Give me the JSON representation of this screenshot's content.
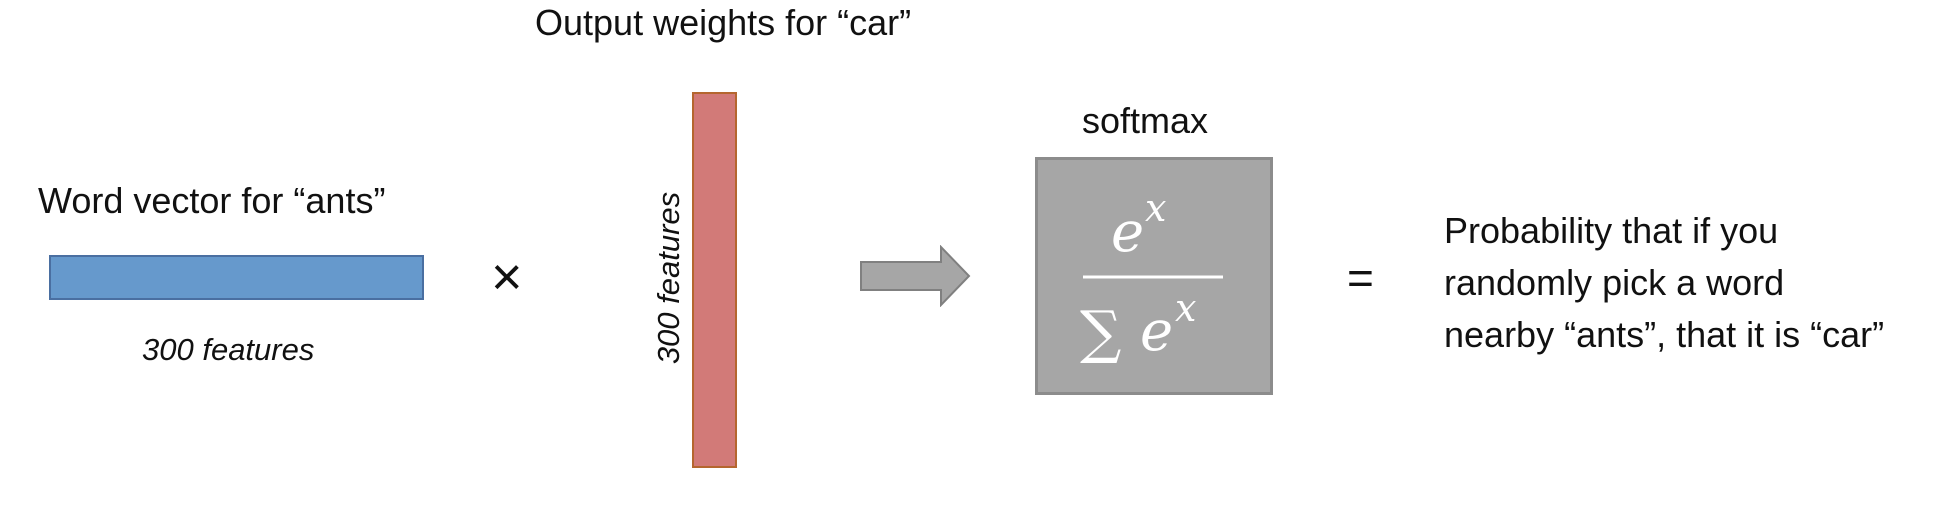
{
  "labels": {
    "output_weights_title": "Output weights for “car”",
    "word_vector_title": "Word vector for “ants”",
    "horizontal_features": "300 features",
    "vertical_features": "300 features",
    "softmax_title": "softmax",
    "multiply_symbol": "×",
    "equals_symbol": "="
  },
  "formula": {
    "numerator_base": "e",
    "numerator_exp": "x",
    "sum_symbol": "∑",
    "denominator_base": "e",
    "denominator_exp": "x"
  },
  "probability": {
    "lines": [
      "Probability that if you",
      "randomly pick a word",
      "nearby “ants”, that it is “car”"
    ]
  },
  "colors": {
    "word_vector_fill": "#6699cc",
    "output_bar_fill": "#d27a78",
    "arrow_fill": "#a6a6a6",
    "arrow_stroke": "#808080",
    "softmax_fill": "#a6a6a6",
    "formula_text": "#ffffff"
  },
  "icons": {
    "arrow": "right-arrow-icon",
    "multiply": "multiply-icon",
    "equals": "equals-icon"
  }
}
